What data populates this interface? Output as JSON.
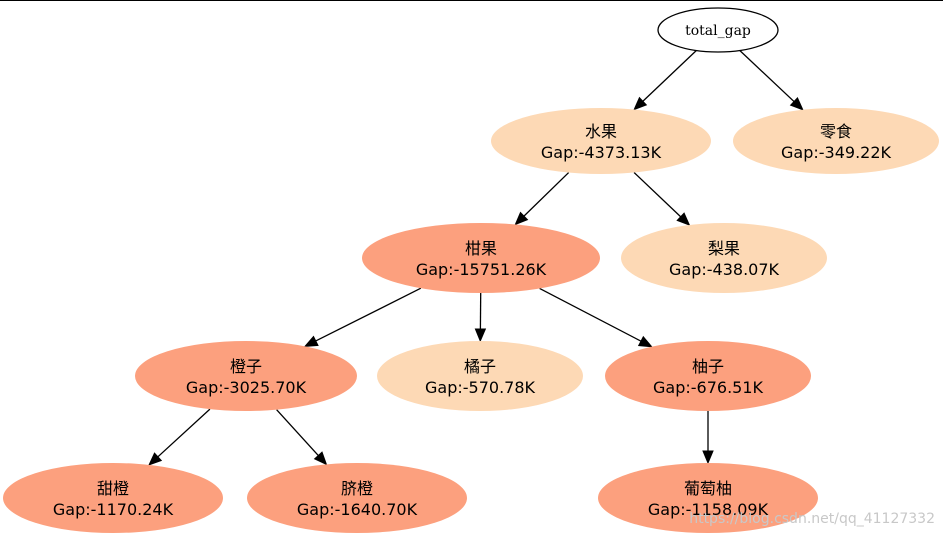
{
  "colors": {
    "light": "#fdd9b5",
    "strong": "#fca07e",
    "root_fill": "#ffffff",
    "root_stroke": "#000000",
    "edge": "#000000"
  },
  "nodes": [
    {
      "id": "root",
      "label": "total_gap",
      "is_root": true
    },
    {
      "id": "fruit",
      "name": "水果",
      "gap": "Gap:-4373.13K",
      "color": "light"
    },
    {
      "id": "snack",
      "name": "零食",
      "gap": "Gap:-349.22K",
      "color": "light"
    },
    {
      "id": "citrus",
      "name": "柑果",
      "gap": "Gap:-15751.26K",
      "color": "strong"
    },
    {
      "id": "pear",
      "name": "梨果",
      "gap": "Gap:-438.07K",
      "color": "light"
    },
    {
      "id": "orange",
      "name": "橙子",
      "gap": "Gap:-3025.70K",
      "color": "strong"
    },
    {
      "id": "tangerine",
      "name": "橘子",
      "gap": "Gap:-570.78K",
      "color": "light"
    },
    {
      "id": "pomelo",
      "name": "柚子",
      "gap": "Gap:-676.51K",
      "color": "strong"
    },
    {
      "id": "sweet_orange",
      "name": "甜橙",
      "gap": "Gap:-1170.24K",
      "color": "strong"
    },
    {
      "id": "navel_orange",
      "name": "脐橙",
      "gap": "Gap:-1640.70K",
      "color": "strong"
    },
    {
      "id": "grapefruit",
      "name": "葡萄柚",
      "gap": "Gap:-1158.09K",
      "color": "strong"
    }
  ],
  "edges": [
    [
      "root",
      "fruit"
    ],
    [
      "root",
      "snack"
    ],
    [
      "fruit",
      "citrus"
    ],
    [
      "fruit",
      "pear"
    ],
    [
      "citrus",
      "orange"
    ],
    [
      "citrus",
      "tangerine"
    ],
    [
      "citrus",
      "pomelo"
    ],
    [
      "orange",
      "sweet_orange"
    ],
    [
      "orange",
      "navel_orange"
    ],
    [
      "pomelo",
      "grapefruit"
    ]
  ],
  "watermark": "https://blog.csdn.net/qq_41127332"
}
